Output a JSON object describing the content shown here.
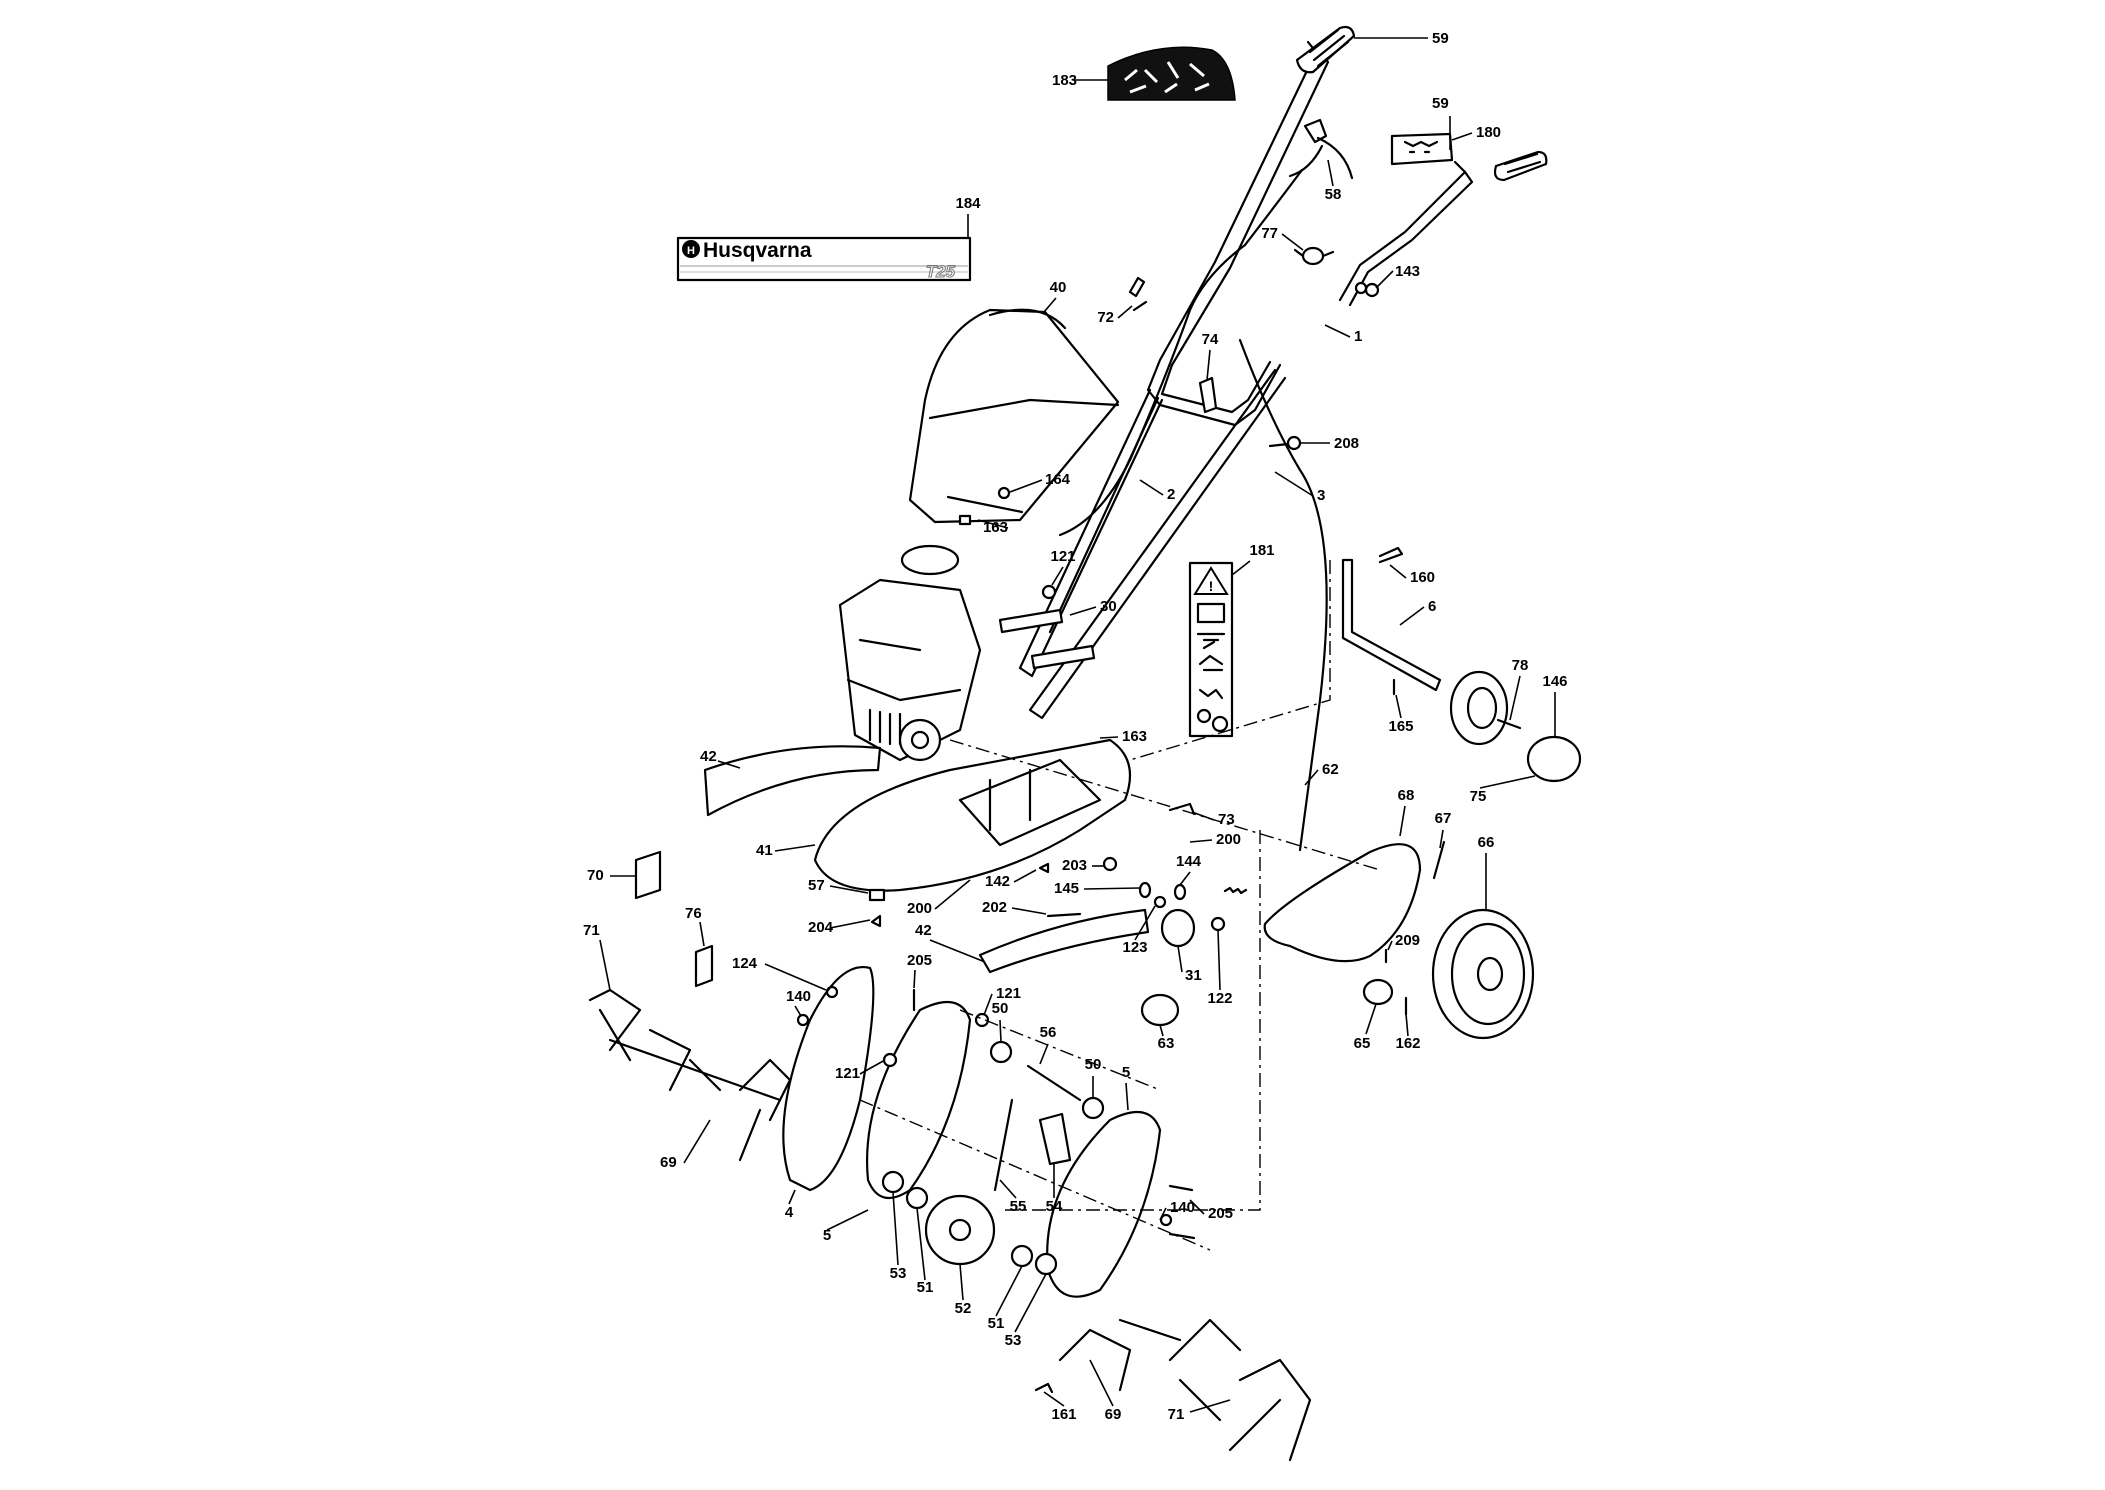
{
  "diagram": {
    "decal_brand": "Husqvarna",
    "decal_model": "T25",
    "callouts": [
      {
        "id": "c-59a",
        "label": "59"
      },
      {
        "id": "c-183",
        "label": "183"
      },
      {
        "id": "c-59b",
        "label": "59"
      },
      {
        "id": "c-180",
        "label": "180"
      },
      {
        "id": "c-58",
        "label": "58"
      },
      {
        "id": "c-184",
        "label": "184"
      },
      {
        "id": "c-77",
        "label": "77"
      },
      {
        "id": "c-143",
        "label": "143"
      },
      {
        "id": "c-40",
        "label": "40"
      },
      {
        "id": "c-72",
        "label": "72"
      },
      {
        "id": "c-1",
        "label": "1"
      },
      {
        "id": "c-74",
        "label": "74"
      },
      {
        "id": "c-208",
        "label": "208"
      },
      {
        "id": "c-164",
        "label": "164"
      },
      {
        "id": "c-2",
        "label": "2"
      },
      {
        "id": "c-3",
        "label": "3"
      },
      {
        "id": "c-163a",
        "label": "163"
      },
      {
        "id": "c-121a",
        "label": "121"
      },
      {
        "id": "c-181",
        "label": "181"
      },
      {
        "id": "c-160",
        "label": "160"
      },
      {
        "id": "c-30",
        "label": "30"
      },
      {
        "id": "c-6",
        "label": "6"
      },
      {
        "id": "c-78",
        "label": "78"
      },
      {
        "id": "c-146",
        "label": "146"
      },
      {
        "id": "c-163b",
        "label": "163"
      },
      {
        "id": "c-165",
        "label": "165"
      },
      {
        "id": "c-42a",
        "label": "42"
      },
      {
        "id": "c-62",
        "label": "62"
      },
      {
        "id": "c-75",
        "label": "75"
      },
      {
        "id": "c-68",
        "label": "68"
      },
      {
        "id": "c-73",
        "label": "73"
      },
      {
        "id": "c-67",
        "label": "67"
      },
      {
        "id": "c-41",
        "label": "41"
      },
      {
        "id": "c-200a",
        "label": "200"
      },
      {
        "id": "c-66",
        "label": "66"
      },
      {
        "id": "c-144",
        "label": "144"
      },
      {
        "id": "c-203",
        "label": "203"
      },
      {
        "id": "c-70",
        "label": "70"
      },
      {
        "id": "c-142",
        "label": "142"
      },
      {
        "id": "c-145",
        "label": "145"
      },
      {
        "id": "c-57",
        "label": "57"
      },
      {
        "id": "c-200b",
        "label": "200"
      },
      {
        "id": "c-202",
        "label": "202"
      },
      {
        "id": "c-76",
        "label": "76"
      },
      {
        "id": "c-204",
        "label": "204"
      },
      {
        "id": "c-71a",
        "label": "71"
      },
      {
        "id": "c-42b",
        "label": "42"
      },
      {
        "id": "c-209",
        "label": "209"
      },
      {
        "id": "c-123",
        "label": "123"
      },
      {
        "id": "c-124",
        "label": "124"
      },
      {
        "id": "c-205a",
        "label": "205"
      },
      {
        "id": "c-31",
        "label": "31"
      },
      {
        "id": "c-140a",
        "label": "140"
      },
      {
        "id": "c-121b",
        "label": "121"
      },
      {
        "id": "c-122",
        "label": "122"
      },
      {
        "id": "c-50a",
        "label": "50"
      },
      {
        "id": "c-63",
        "label": "63"
      },
      {
        "id": "c-65",
        "label": "65"
      },
      {
        "id": "c-162",
        "label": "162"
      },
      {
        "id": "c-56",
        "label": "56"
      },
      {
        "id": "c-121c",
        "label": "121"
      },
      {
        "id": "c-50b",
        "label": "50"
      },
      {
        "id": "c-5a",
        "label": "5"
      },
      {
        "id": "c-69a",
        "label": "69"
      },
      {
        "id": "c-55",
        "label": "55"
      },
      {
        "id": "c-54",
        "label": "54"
      },
      {
        "id": "c-140b",
        "label": "140"
      },
      {
        "id": "c-4",
        "label": "4"
      },
      {
        "id": "c-205b",
        "label": "205"
      },
      {
        "id": "c-5b",
        "label": "5"
      },
      {
        "id": "c-53a",
        "label": "53"
      },
      {
        "id": "c-51a",
        "label": "51"
      },
      {
        "id": "c-52",
        "label": "52"
      },
      {
        "id": "c-51b",
        "label": "51"
      },
      {
        "id": "c-53b",
        "label": "53"
      },
      {
        "id": "c-161",
        "label": "161"
      },
      {
        "id": "c-69b",
        "label": "69"
      },
      {
        "id": "c-71b",
        "label": "71"
      }
    ]
  }
}
